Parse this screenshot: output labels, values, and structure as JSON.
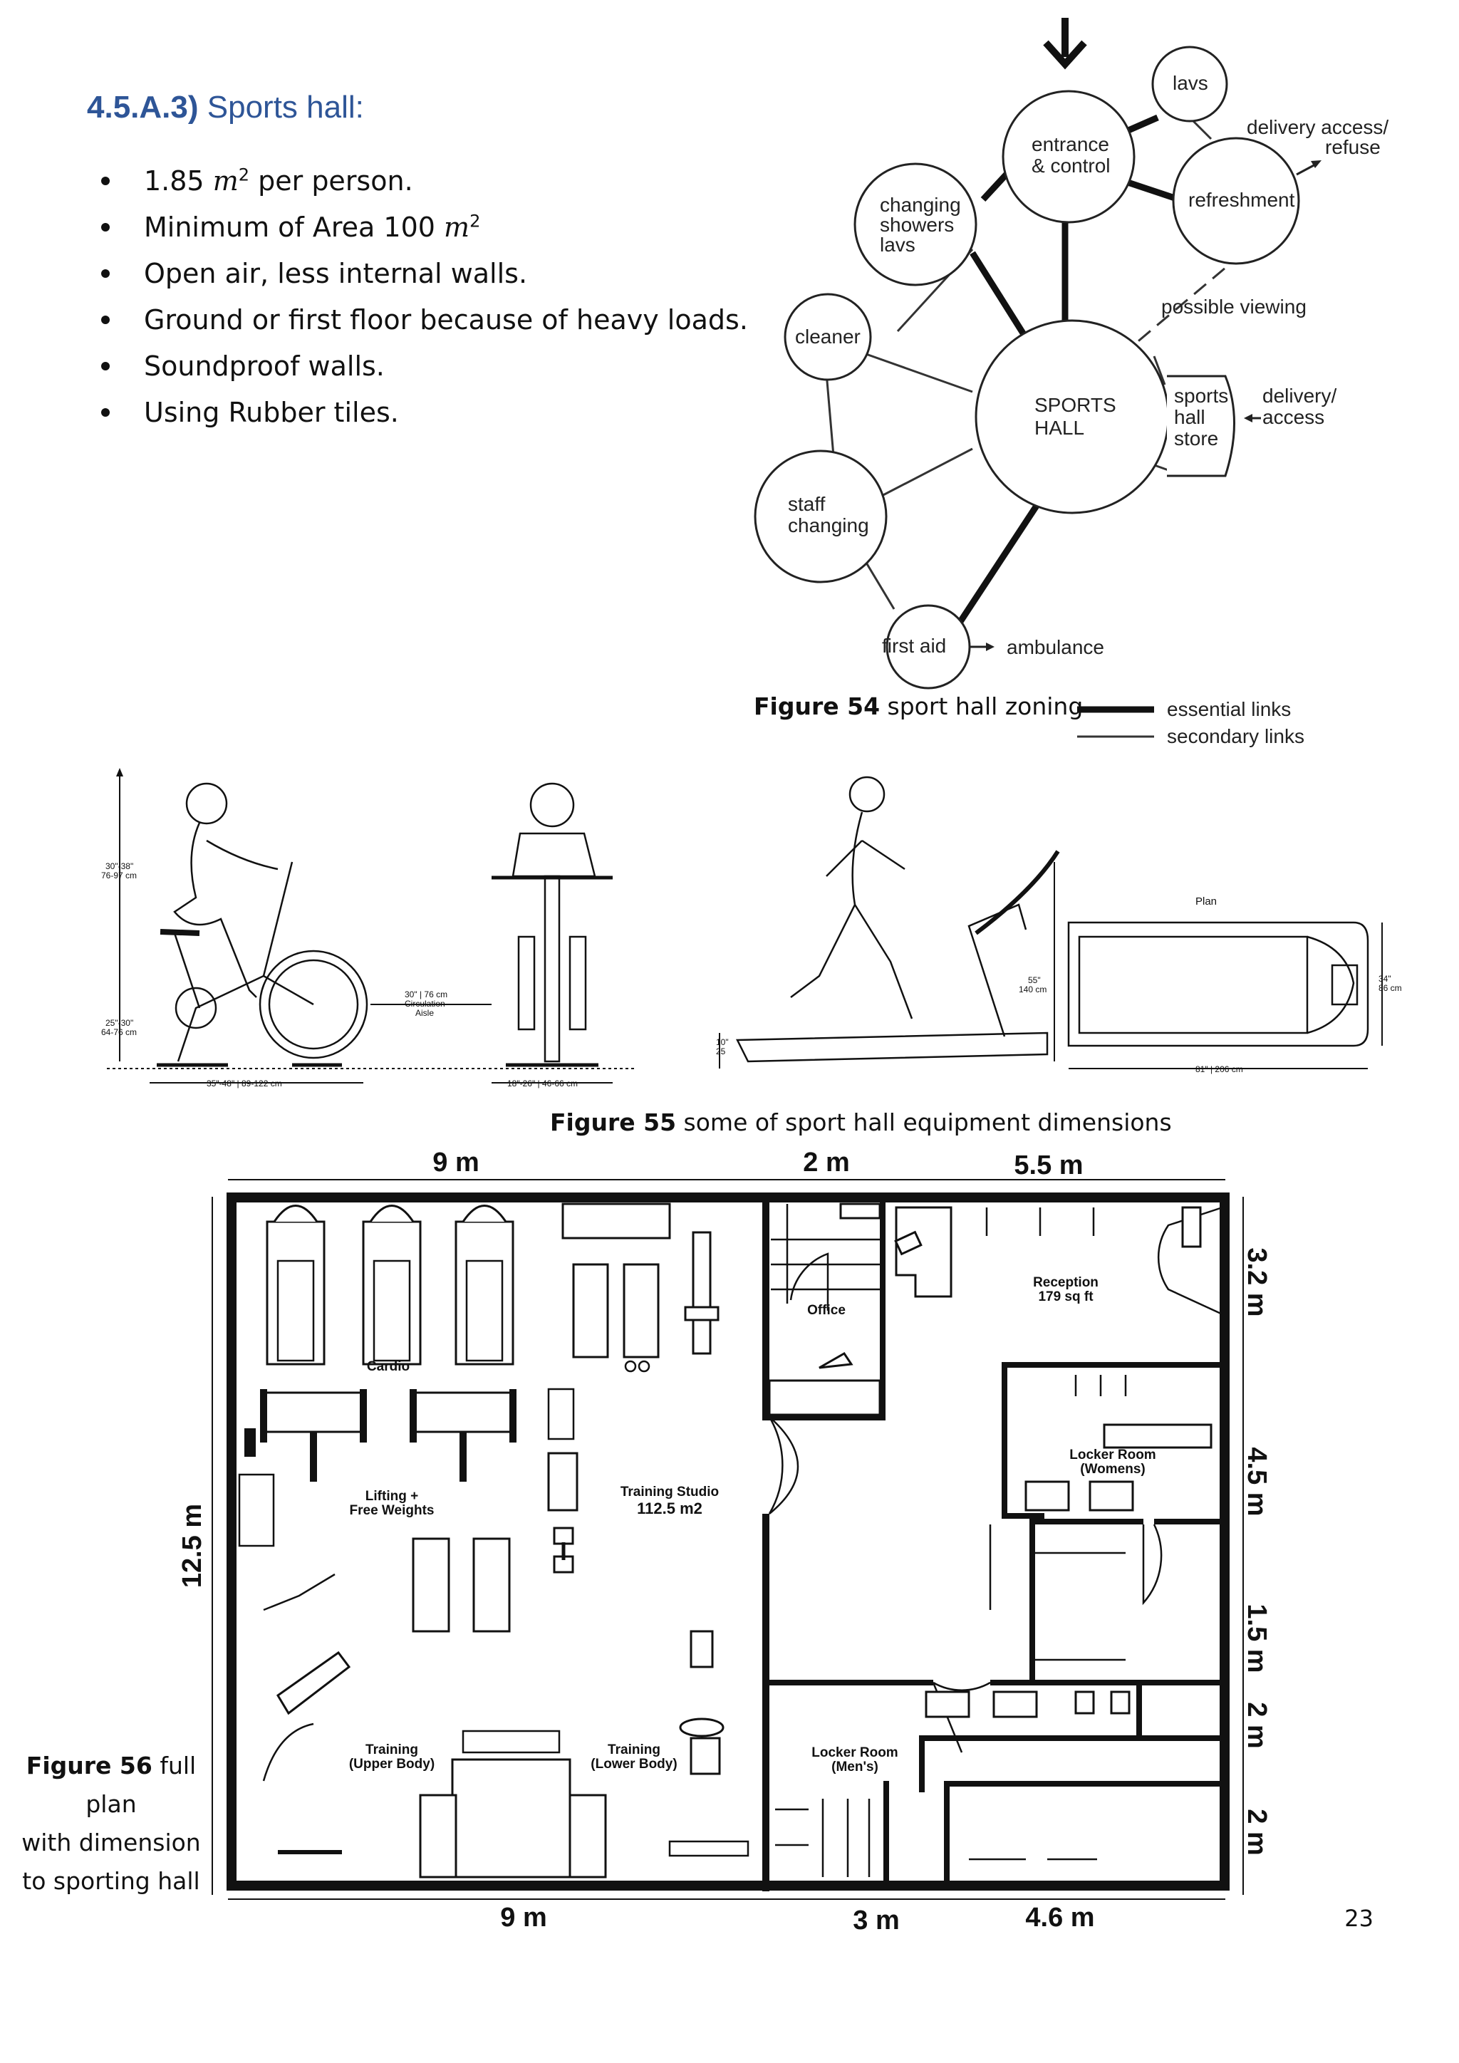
{
  "section": {
    "number": "4.5.A.3)",
    "title": "Sports hall:"
  },
  "bullets": [
    {
      "before": "1.85 ",
      "var": "m",
      "sup": "2",
      "after": " per person."
    },
    {
      "before": "Minimum of Area 100 ",
      "var": "m",
      "sup": "2",
      "after": ""
    },
    {
      "before": "Open air, less internal walls.",
      "var": "",
      "sup": "",
      "after": ""
    },
    {
      "before": "Ground or first floor because of heavy loads.",
      "var": "",
      "sup": "",
      "after": ""
    },
    {
      "before": "Soundproof walls.",
      "var": "",
      "sup": "",
      "after": ""
    },
    {
      "before": "Using Rubber tiles.",
      "var": "",
      "sup": "",
      "after": ""
    }
  ],
  "zoning": {
    "nodes": {
      "lavs": "lavs",
      "entrance_1": "entrance",
      "entrance_2": "& control",
      "refreshment": "refreshment",
      "changing_1": "changing",
      "changing_2": "showers",
      "changing_3": "lavs",
      "cleaner": "cleaner",
      "sports_hall_1": "SPORTS",
      "sports_hall_2": "HALL",
      "store_1": "sports",
      "store_2": "hall",
      "store_3": "store",
      "staff_1": "staff",
      "staff_2": "changing",
      "first_aid": "first aid"
    },
    "labels": {
      "delivery_refuse_1": "delivery access/",
      "delivery_refuse_2": "refuse",
      "possible_viewing": "possible viewing",
      "delivery_access_1": "delivery/",
      "delivery_access_2": "access",
      "ambulance": "ambulance"
    },
    "legend": {
      "essential": "essential links",
      "secondary": "secondary links"
    }
  },
  "figures": {
    "f54": {
      "label": "Figure 54",
      "text": " sport hall zoning"
    },
    "f55": {
      "label": "Figure 55",
      "text": " some of sport hall equipment dimensions"
    },
    "f56": {
      "label": "Figure 56",
      "line1": " full plan",
      "line2": "with dimension",
      "line3": "to sporting hall"
    }
  },
  "equipment": {
    "bike_height": "30\"-38\"",
    "bike_height_cm": "76-97 cm",
    "bike_seat": "25\"-30\"",
    "bike_seat_cm": "64-76 cm",
    "bike_length": "35\"-48\" | 89-122 cm",
    "aisle_1": "30\" | 76 cm",
    "aisle_2": "Circulation",
    "aisle_3": "Aisle",
    "bike_width": "18\"-26\" | 46-66 cm",
    "tread_height_1": "55\"",
    "tread_height_2": "140 cm",
    "tread_deck_1": "10\"",
    "tread_deck_2": "25",
    "plan": "Plan",
    "tread_width_1": "34\"",
    "tread_width_2": "86 cm",
    "tread_length": "81\" | 206 cm"
  },
  "plan": {
    "rooms": {
      "cardio": "Cardio",
      "lifting_1": "Lifting +",
      "lifting_2": "Free Weights",
      "studio_1": "Training Studio",
      "studio_2": "112.5 m2",
      "upper_1": "Training",
      "upper_2": "(Upper Body)",
      "lower_1": "Training",
      "lower_2": "(Lower Body)",
      "office": "Office",
      "reception_1": "Reception",
      "reception_2": "179 sq ft",
      "womens_1": "Locker Room",
      "womens_2": "(Womens)",
      "mens_1": "Locker Room",
      "mens_2": "(Men's)"
    },
    "dims": {
      "top_1": "9 m",
      "top_2": "2 m",
      "top_3": "5.5 m",
      "bottom_1": "9 m",
      "bottom_2": "3 m",
      "bottom_3": "4.6 m",
      "left": "12.5 m",
      "right_1": "3.2 m",
      "right_2": "4.5 m",
      "right_3": "1.5 m",
      "right_4": "2 m",
      "right_5": "2 m"
    }
  },
  "page_number": "23"
}
